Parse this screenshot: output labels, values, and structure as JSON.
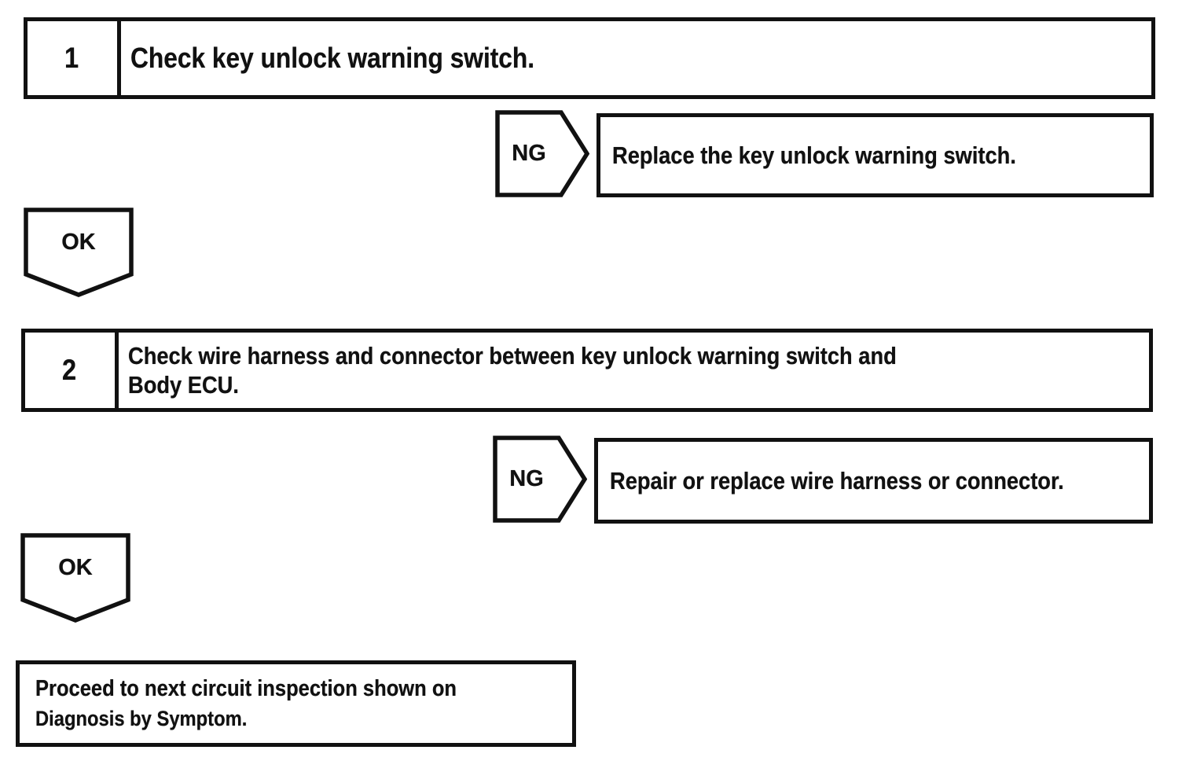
{
  "flow": {
    "labels": {
      "ng": "NG",
      "ok": "OK"
    },
    "steps": [
      {
        "number": "1",
        "lines": [
          "Check key unlock warning switch."
        ]
      },
      {
        "number": "2",
        "lines": [
          "Check wire harness and connector between key unlock warning switch and",
          "Body ECU."
        ]
      }
    ],
    "ng_results": [
      {
        "text": "Replace the key unlock warning switch."
      },
      {
        "text": "Repair or replace wire harness or connector."
      }
    ],
    "final": {
      "lines": [
        "Proceed to next circuit inspection shown on",
        "Diagnosis by Symptom."
      ]
    },
    "colors": {
      "ink": "#111111",
      "paper": "#ffffff"
    }
  }
}
